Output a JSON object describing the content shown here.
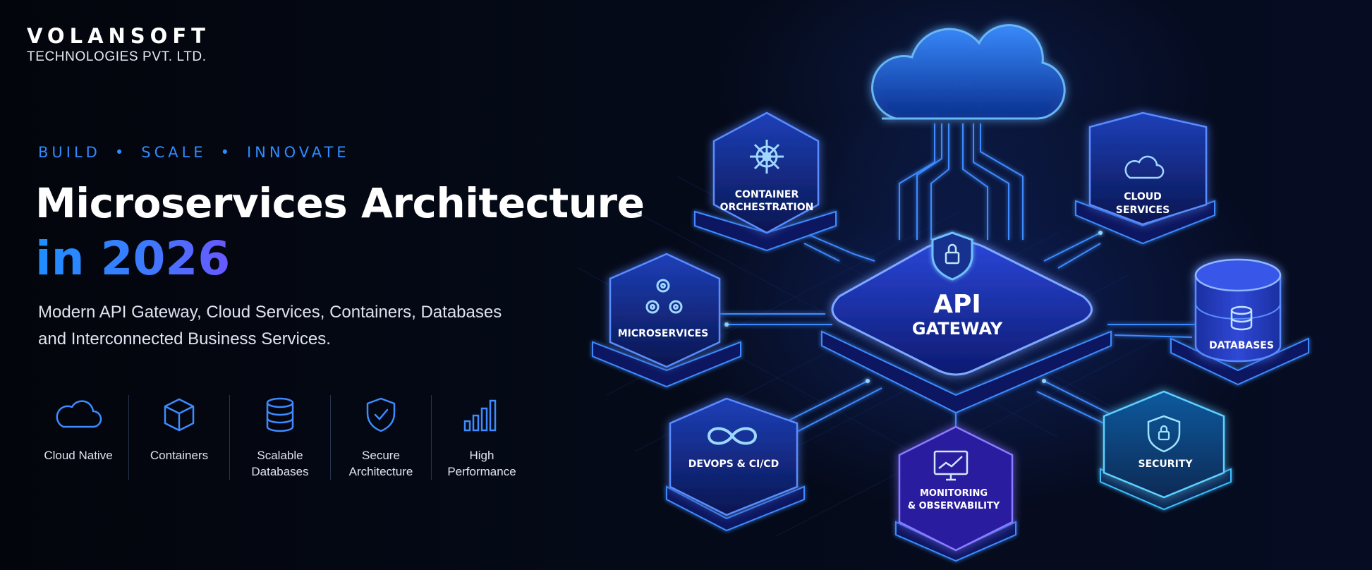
{
  "brand": {
    "name": "VOLANSOFT",
    "subtitle": "TECHNOLOGIES PVT. LTD."
  },
  "tagline": [
    "BUILD",
    "SCALE",
    "INNOVATE"
  ],
  "tagline_separator": "•",
  "headline": {
    "line1": "Microservices Architecture",
    "line2": "in 2026"
  },
  "description": "Modern API Gateway, Cloud Services, Containers, Databases and Interconnected Business Services.",
  "features": [
    {
      "label": "Cloud Native",
      "icon": "cloud-icon"
    },
    {
      "label": "Containers",
      "icon": "cube-icon"
    },
    {
      "label": "Scalable\nDatabases",
      "icon": "database-icon"
    },
    {
      "label": "Secure\nArchitecture",
      "icon": "shield-check-icon"
    },
    {
      "label": "High\nPerformance",
      "icon": "bar-chart-icon"
    }
  ],
  "diagram": {
    "center": {
      "line1": "API",
      "line2": "GATEWAY",
      "icon": "lock-shield-icon"
    },
    "nodes": {
      "container_orchestration": {
        "line1": "CONTAINER",
        "line2": "ORCHESTRATION",
        "icon": "helm-wheel-icon"
      },
      "cloud_services": {
        "line1": "CLOUD",
        "line2": "SERVICES",
        "icon": "cloud-icon"
      },
      "microservices": {
        "line1": "MICROSERVICES",
        "icon": "gears-icon"
      },
      "databases": {
        "line1": "DATABASES",
        "icon": "database-icon"
      },
      "devops": {
        "line1": "DEVOPS & CI/CD",
        "icon": "infinity-icon"
      },
      "monitoring": {
        "line1": "MONITORING",
        "line2": "& OBSERVABILITY",
        "icon": "monitor-chart-icon"
      },
      "security": {
        "line1": "SECURITY",
        "icon": "lock-shield-icon"
      }
    }
  },
  "colors": {
    "background": "#04060f",
    "accent": "#2f8bff",
    "glow": "#3d8bff",
    "purple": "#6a58ff"
  }
}
